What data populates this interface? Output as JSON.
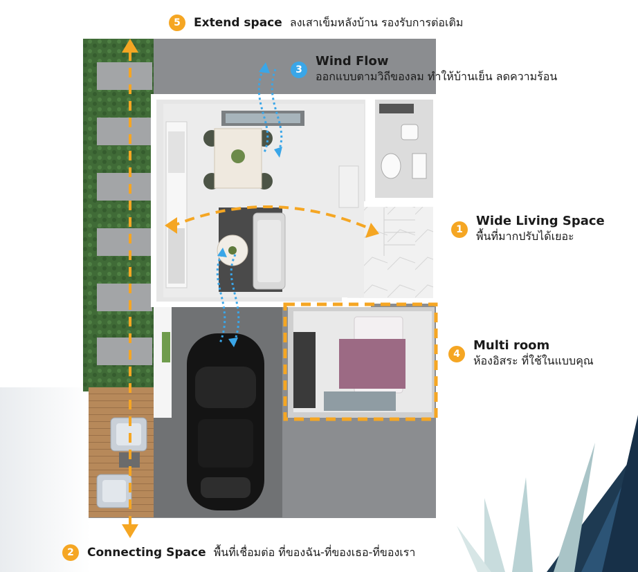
{
  "colors": {
    "accent_orange": "#f5a623",
    "accent_blue": "#3aa6e8",
    "grass": "#3f6b36",
    "deck": "#b58a5c",
    "concrete": "#8a8c8e",
    "floor": "#e4e4e4"
  },
  "features": [
    {
      "number": "5",
      "title": "Extend space",
      "description": "ลงเสาเข็มหลังบ้าน รองรับการต่อเติม",
      "badge_color": "#f5a623"
    },
    {
      "number": "3",
      "title": "Wind Flow",
      "description": "ออกแบบตามวิถีของลม ทำให้บ้านเย็น ลดความร้อน",
      "badge_color": "#3aa6e8"
    },
    {
      "number": "1",
      "title": "Wide Living Space",
      "description": "พื้นที่มากปรับได้เยอะ",
      "badge_color": "#f5a623"
    },
    {
      "number": "4",
      "title": "Multi room",
      "description": "ห้องอิสระ ที่ใช้ในแบบคุณ",
      "badge_color": "#f5a623"
    },
    {
      "number": "2",
      "title": "Connecting Space",
      "description": "พื้นที่เชื่อมต่อ ที่ของฉัน-ที่ของเธอ-ที่ของเรา",
      "badge_color": "#f5a623"
    }
  ],
  "icons": {
    "arrow": "arrow-icon",
    "car": "car-icon",
    "plant": "plant-icon"
  }
}
